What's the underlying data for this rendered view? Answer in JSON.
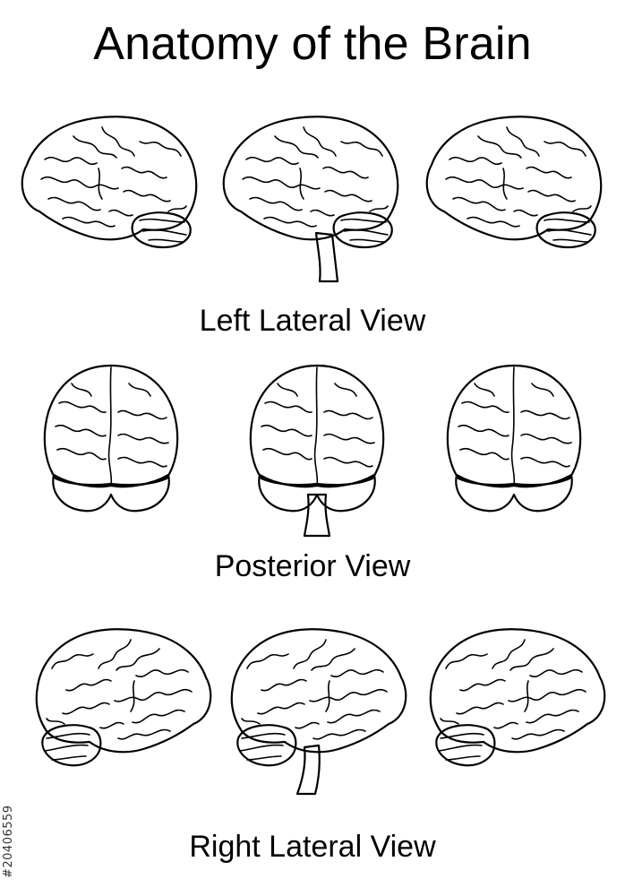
{
  "title": "Anatomy of the Brain",
  "rows": [
    {
      "label": "Left Lateral View"
    },
    {
      "label": "Posterior View"
    },
    {
      "label": "Right Lateral View"
    }
  ],
  "stock_id": "#20406559",
  "variants": [
    {
      "variant": "pastel",
      "cerebrum": "#f4c39b",
      "highlight": "#fbe1a6",
      "shade": "#e79a86",
      "cerebellum": "#c97e5a",
      "stem": "#f3ee72"
    },
    {
      "variant": "line-art",
      "cerebrum": "#ffffff",
      "highlight": "#ffffff",
      "shade": "#ffffff",
      "cerebellum": "#ffffff",
      "stem": "#ffffff"
    },
    {
      "variant": "vivid",
      "cerebrum": "#f08a1e",
      "highlight": "#fbd21a",
      "shade": "#e6451e",
      "cerebellum": "#dd6a16",
      "stem": "#f3ee50"
    }
  ]
}
